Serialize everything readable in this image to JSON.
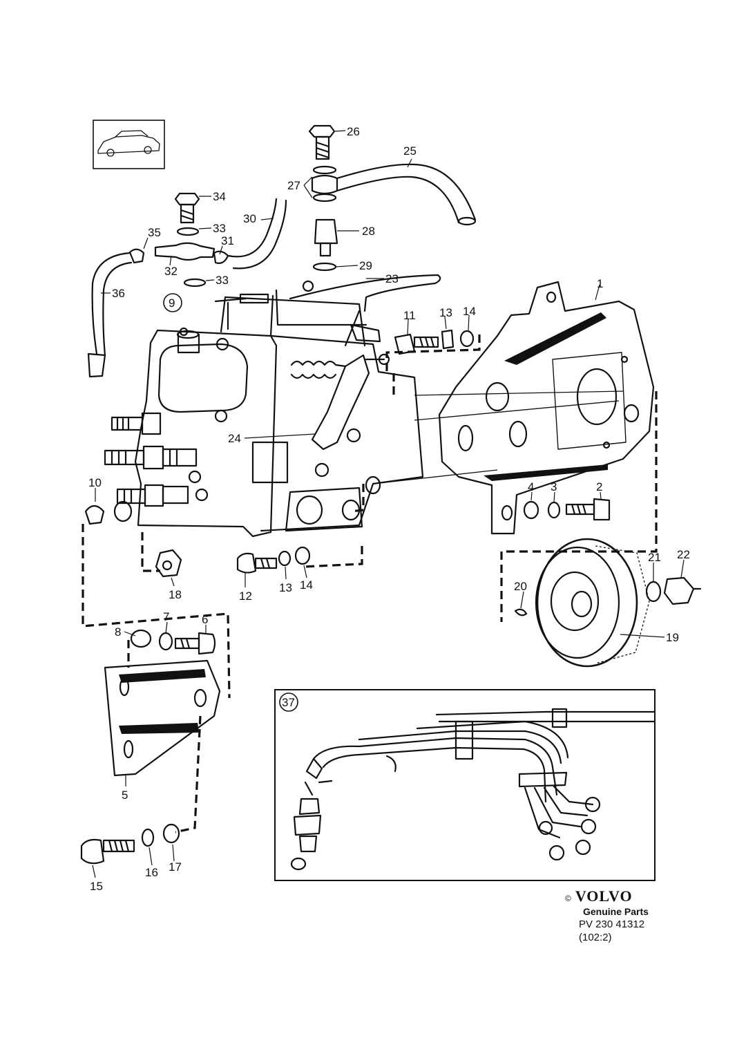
{
  "callouts": [
    {
      "id": "1",
      "text": "1"
    },
    {
      "id": "2",
      "text": "2"
    },
    {
      "id": "3",
      "text": "3"
    },
    {
      "id": "4",
      "text": "4"
    },
    {
      "id": "5",
      "text": "5"
    },
    {
      "id": "6",
      "text": "6"
    },
    {
      "id": "7",
      "text": "7"
    },
    {
      "id": "8",
      "text": "8"
    },
    {
      "id": "9",
      "text": "9"
    },
    {
      "id": "10",
      "text": "10"
    },
    {
      "id": "11",
      "text": "11"
    },
    {
      "id": "12",
      "text": "12"
    },
    {
      "id": "13a",
      "text": "13"
    },
    {
      "id": "13b",
      "text": "13"
    },
    {
      "id": "14a",
      "text": "14"
    },
    {
      "id": "14b",
      "text": "14"
    },
    {
      "id": "15",
      "text": "15"
    },
    {
      "id": "16",
      "text": "16"
    },
    {
      "id": "17",
      "text": "17"
    },
    {
      "id": "18",
      "text": "18"
    },
    {
      "id": "19",
      "text": "19"
    },
    {
      "id": "20",
      "text": "20"
    },
    {
      "id": "21",
      "text": "21"
    },
    {
      "id": "22",
      "text": "22"
    },
    {
      "id": "23",
      "text": "23"
    },
    {
      "id": "24",
      "text": "24"
    },
    {
      "id": "25",
      "text": "25"
    },
    {
      "id": "26",
      "text": "26"
    },
    {
      "id": "27",
      "text": "27"
    },
    {
      "id": "28",
      "text": "28"
    },
    {
      "id": "29",
      "text": "29"
    },
    {
      "id": "30",
      "text": "30"
    },
    {
      "id": "31",
      "text": "31"
    },
    {
      "id": "32",
      "text": "32"
    },
    {
      "id": "33a",
      "text": "33"
    },
    {
      "id": "33b",
      "text": "33"
    },
    {
      "id": "34",
      "text": "34"
    },
    {
      "id": "35",
      "text": "35"
    },
    {
      "id": "36",
      "text": "36"
    },
    {
      "id": "37",
      "text": "37"
    }
  ],
  "footer": {
    "copyright": "©",
    "brand": "VOLVO",
    "subtitle": "Genuine Parts",
    "part_number": "PV 230 41312",
    "page_ref": "(102:2)"
  },
  "colors": {
    "ink": "#111111",
    "paper": "#ffffff"
  }
}
